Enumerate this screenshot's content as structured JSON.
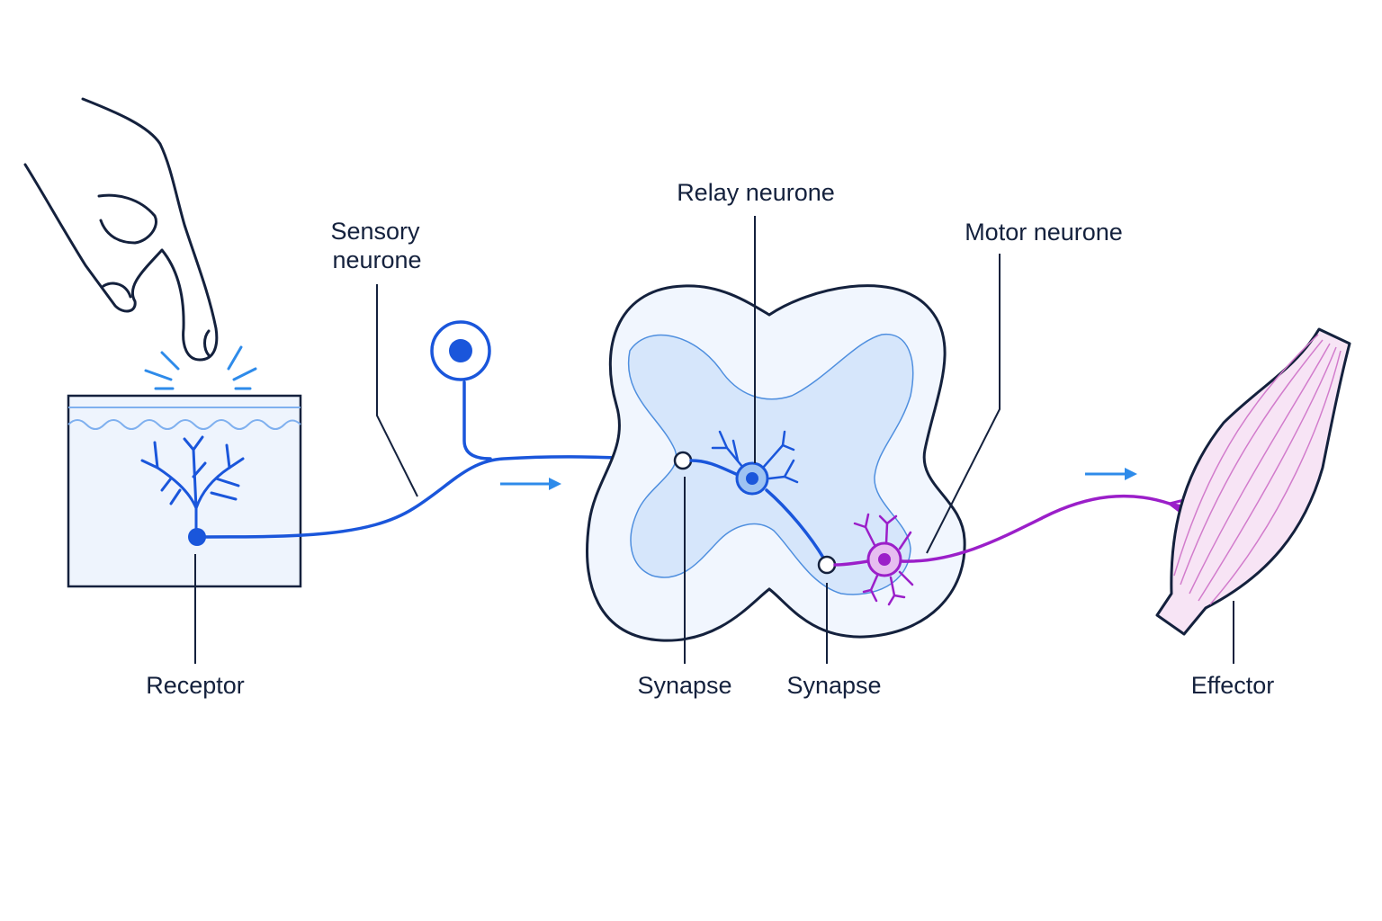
{
  "labels": {
    "sensory_line1": "Sensory",
    "sensory_line2": "neurone",
    "relay": "Relay neurone",
    "motor": "Motor neurone",
    "receptor": "Receptor",
    "synapse_1": "Synapse",
    "synapse_2": "Synapse",
    "effector": "Effector"
  },
  "colors": {
    "outline": "#14213d",
    "sensory": "#1a56db",
    "relay": "#1a56db",
    "motor": "#9b1fc9",
    "arrow": "#2e8bea",
    "skin_fill": "#eef4fd",
    "grey_matter": "#d6e6fb",
    "white_matter": "#f1f6fe",
    "muscle_fill": "#f7e4f5",
    "muscle_lines": "#d27ccc"
  }
}
